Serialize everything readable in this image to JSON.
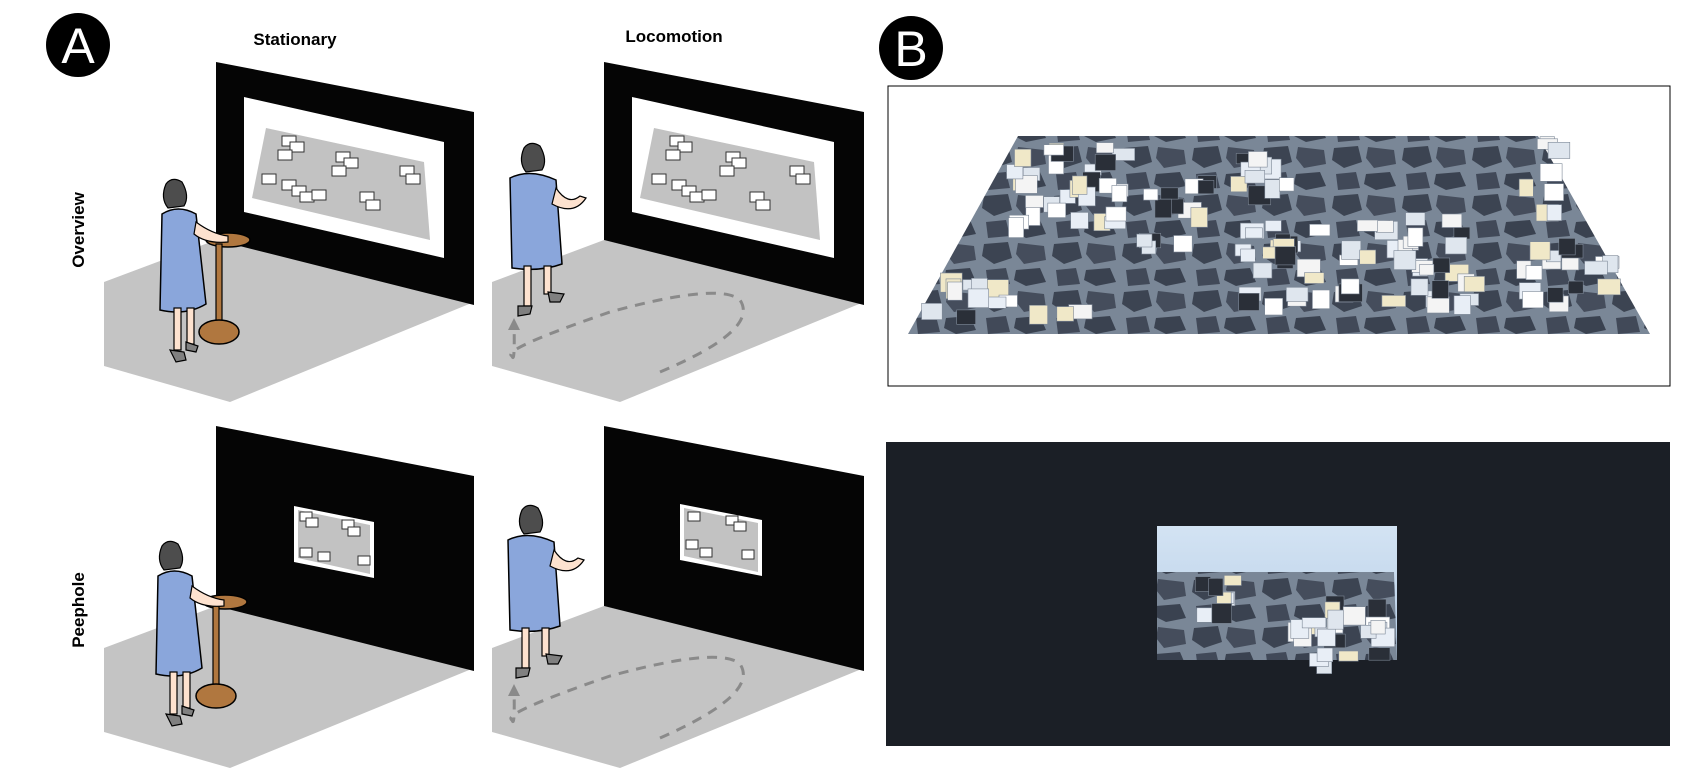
{
  "panels": {
    "a": {
      "letter": "A"
    },
    "b": {
      "letter": "B"
    }
  },
  "columns": {
    "stationary": "Stationary",
    "locomotion": "Locomotion"
  },
  "rows": {
    "overview": "Overview",
    "peephole": "Peephole"
  },
  "colors": {
    "floor": "#c4c4c4",
    "wall": "#050505",
    "screen": "#ffffff",
    "canvas": "#c2c2c2",
    "person_dress": "#8aa6db",
    "person_skin": "#fde2cf",
    "person_hair": "#4d4d4d",
    "table_wood": "#b0773f",
    "path": "#8a8a8a",
    "terrain": "#6e7a88",
    "terrain_stone": "#3c4452",
    "peephole_bg": "#1b1f26",
    "peephole_sky": "#c9dcef"
  }
}
